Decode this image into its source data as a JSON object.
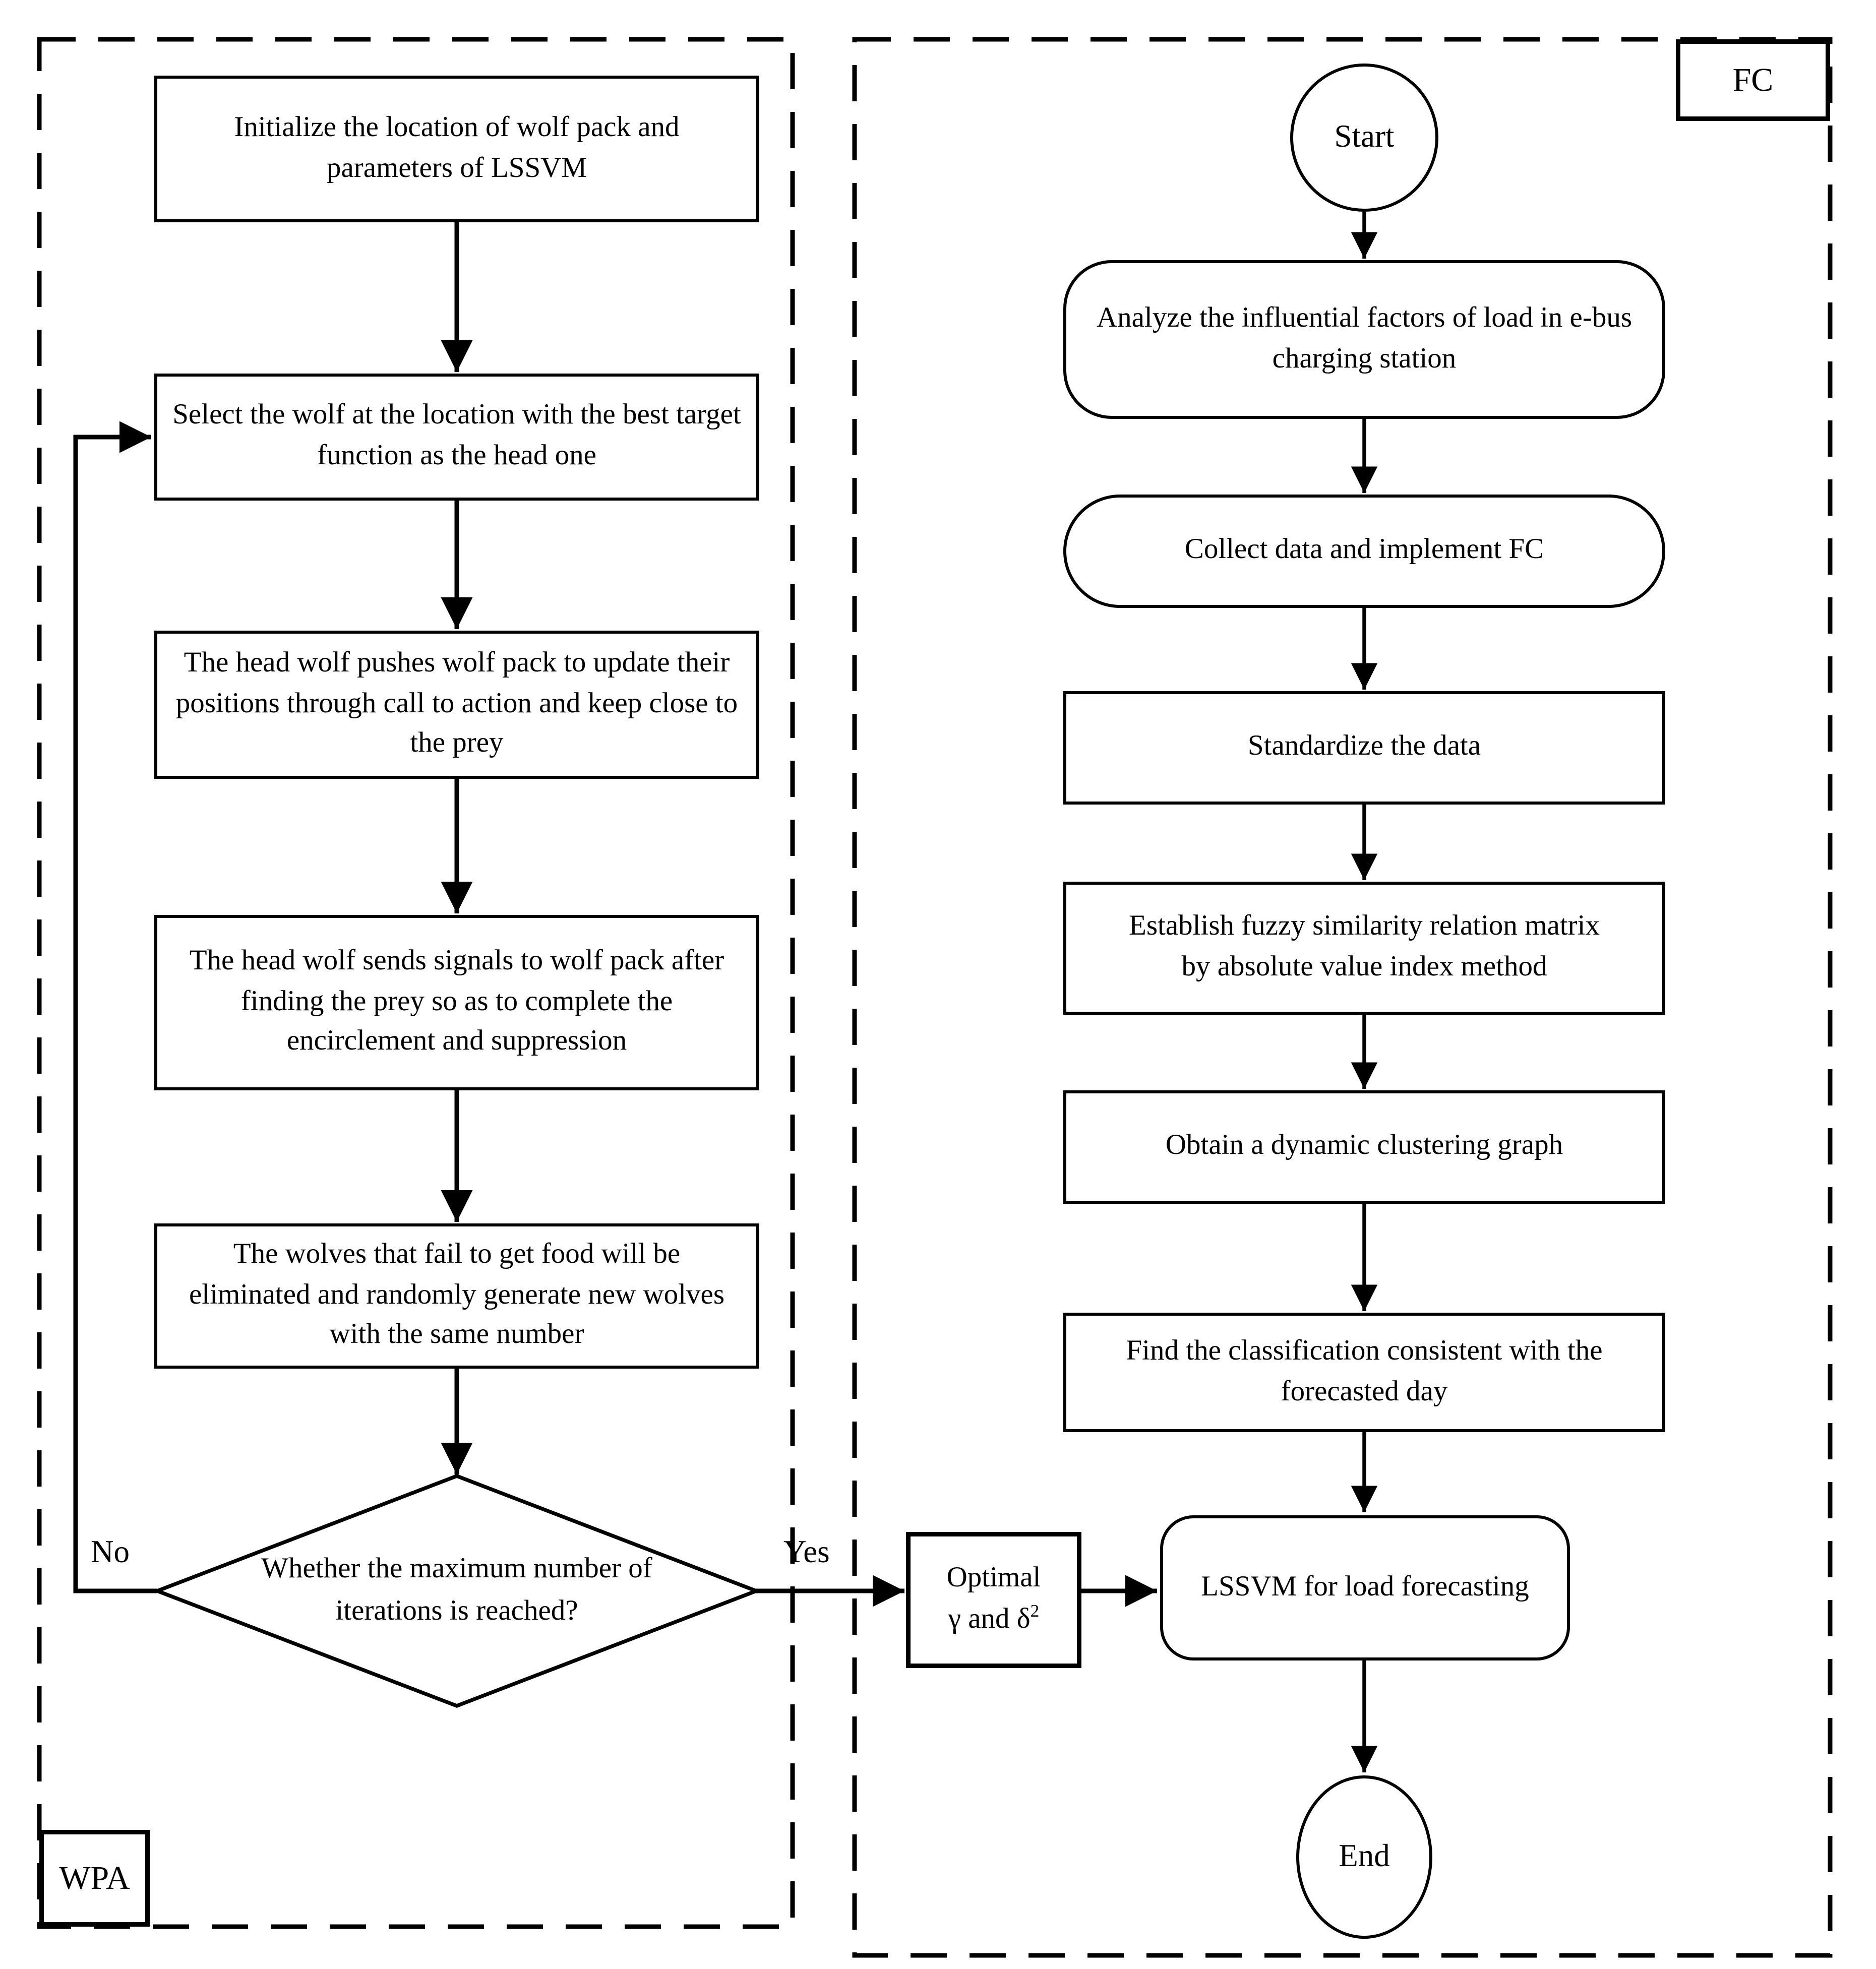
{
  "regions": {
    "wpa_label": "WPA",
    "fc_label": "FC"
  },
  "wpa_flow": {
    "initialize": "Initialize the location of wolf pack and parameters of LSSVM",
    "select_head": "Select the wolf at the location with the best target function as the head one",
    "push_pack": "The head wolf pushes wolf pack to update their positions through call to action and keep close to the prey",
    "send_signals": "The head wolf sends signals to wolf pack after finding the prey so as to complete the encirclement and suppression",
    "eliminate": "The wolves that fail to get food will be eliminated and randomly generate new wolves with the same number",
    "decision": "Whether the maximum number of iterations is reached?",
    "no_label": "No",
    "yes_label": "Yes",
    "optimal_line1": "Optimal",
    "optimal_gamma": "γ",
    "optimal_and": "and",
    "optimal_delta": "δ",
    "optimal_exponent": "2"
  },
  "fc_flow": {
    "start": "Start",
    "analyze": "Analyze the influential factors of load in e-bus charging station",
    "collect": "Collect data and implement FC",
    "standardize": "Standardize the data",
    "establish": "Establish fuzzy similarity relation matrix by absolute value index method",
    "obtain": "Obtain a dynamic clustering graph",
    "find": "Find the classification consistent with the forecasted day",
    "lssvm": "LSSVM for load forecasting",
    "end": "End"
  },
  "colors": {
    "stroke": "#000000",
    "background": "#ffffff"
  }
}
